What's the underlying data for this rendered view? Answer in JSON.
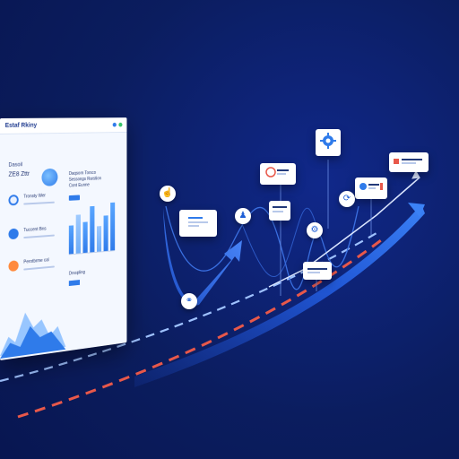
{
  "dashboard": {
    "brand": "Estaf Rkiny",
    "side_title": "Dasoil",
    "side_title2": "ZE8 Zttr",
    "rows": [
      {
        "label": "Tronsty Wer"
      },
      {
        "label": "Tuccent Bns"
      },
      {
        "label": "Perotbrme cal"
      }
    ],
    "mid_block_text": "Daqsorn Torsco\nSessongs Rarstion\nCont Eunne",
    "bars": [
      {
        "value": 0.55,
        "tone": "dark"
      },
      {
        "value": 0.75,
        "tone": "light"
      },
      {
        "value": 0.6,
        "tone": "dark"
      },
      {
        "value": 0.9,
        "tone": "dark"
      },
      {
        "value": 0.5,
        "tone": "light"
      },
      {
        "value": 0.7,
        "tone": "dark"
      },
      {
        "value": 0.95,
        "tone": "dark"
      }
    ],
    "bottom_label": "Drsspling"
  },
  "colors": {
    "background": "#0b1d5f",
    "accent_blue": "#2f7bea",
    "light_dash": "#9fc2ff",
    "red_dash": "#e8584a",
    "green": "#39c46b"
  },
  "icons": {
    "cards": [
      "chart-icon",
      "gear-icon",
      "profile-card-icon",
      "message-icon",
      "notification-icon"
    ],
    "nodes": [
      "hand-icon",
      "user-icon",
      "sync-icon",
      "settings-icon",
      "link-icon"
    ]
  }
}
